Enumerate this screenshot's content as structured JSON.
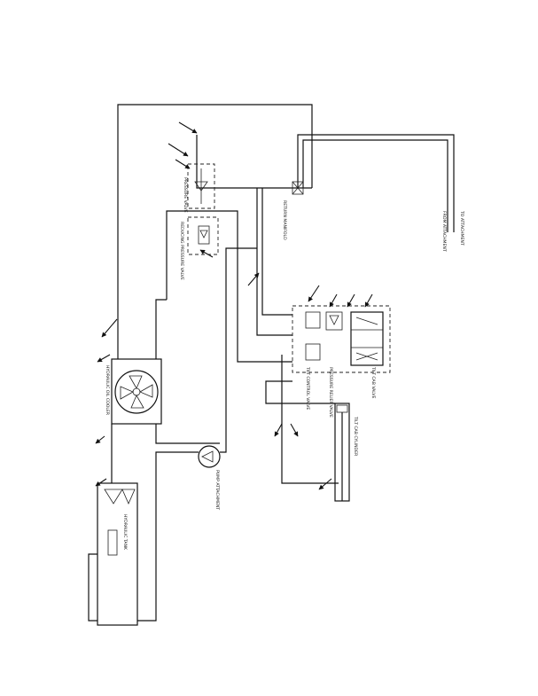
{
  "diagram": {
    "labels": {
      "to_attachment": "TO ATTACHMENT",
      "from_attachment": "FROM ATTACHMENT",
      "return_manifold": "RETURN MANIFOLD",
      "pressure_valve": "PRESSURE VALVE",
      "reducing_pressure_valve": "REDUCING PRESSURE VALVE",
      "hydraulic_oil_cooler": "HYDRAULIC OIL COOLER",
      "pump_attachment": "PUMP ATTACHMENT",
      "hydraulic_tank": "HYDRAULIC TANK",
      "tilt_control_valve": "TILT CONTROL VALVE",
      "pressure_relief_valve": "PRESSURE RELIEF VALVE",
      "tilt_cab_valve": "TILT CAB VALVE",
      "tilt_cab_cylinder": "TILT CAB CYLINDER"
    }
  }
}
